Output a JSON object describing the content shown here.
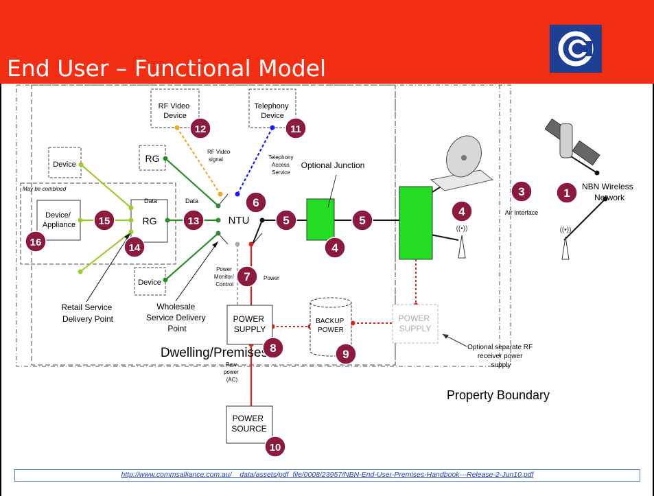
{
  "slide": {
    "title": "End User – Functional Model",
    "source_url": "http://www.commsalliance.com.au/__data/assets/pdf_file/0008/23957/NBN-End-User-Premises-Handbook---Release-2-Jun10.pdf"
  },
  "colors": {
    "header": "#f42e12",
    "logo_bg": "#1d3f93",
    "badge": "#8b1a3c",
    "green_dark": "#2e8b2e",
    "green_light": "#9acd32",
    "junction_green": "#22dd22",
    "power_red": "#e32020",
    "rf_orange": "#f5a623",
    "telephony_blue": "#1a1aff"
  },
  "labels": {
    "rf_video_device": [
      "RF Video",
      "Device"
    ],
    "telephony_device": [
      "Telephony",
      "Device"
    ],
    "device_top": "Device",
    "device_bottom": "Device",
    "rg_top": "RG",
    "rg_main": "RG",
    "device_appliance": [
      "Device/",
      "Appliance"
    ],
    "may_be_combined": "May be combined",
    "data_left": "Data",
    "data_right": "Data",
    "rf_video_signal": [
      "RF Video",
      "signal"
    ],
    "telephony_access": [
      "Telephony",
      "Access",
      "Service"
    ],
    "optional_junction": "Optional Junction",
    "ntu": "NTU",
    "power_monitor": [
      "Power",
      "Monitor/",
      "Control"
    ],
    "power": "Power",
    "power_supply": [
      "POWER",
      "SUPPLY"
    ],
    "backup_power": [
      "BACKUP",
      "POWER"
    ],
    "power_supply_optional": [
      "POWER",
      "SUPPLY"
    ],
    "optional_rf_supply": [
      "Optional separate RF",
      "receiver power",
      "supply"
    ],
    "dwelling": "Dwelling/Premises",
    "raw_power": [
      "Raw",
      "power",
      "(AC)"
    ],
    "power_source": [
      "POWER",
      "SOURCE"
    ],
    "retail_sdp": [
      "Retail Service",
      "Delivery Point"
    ],
    "wholesale_sdp": [
      "Wholesale",
      "Service Delivery",
      "Point"
    ],
    "air_interface": "Air Interface",
    "nbn_wireless": [
      "NBN Wireless",
      "Network"
    ],
    "property_boundary": "Property Boundary"
  },
  "badges": [
    "1",
    "3",
    "4",
    "4",
    "5",
    "5",
    "6",
    "7",
    "8",
    "9",
    "10",
    "11",
    "12",
    "13",
    "14",
    "15",
    "16"
  ]
}
